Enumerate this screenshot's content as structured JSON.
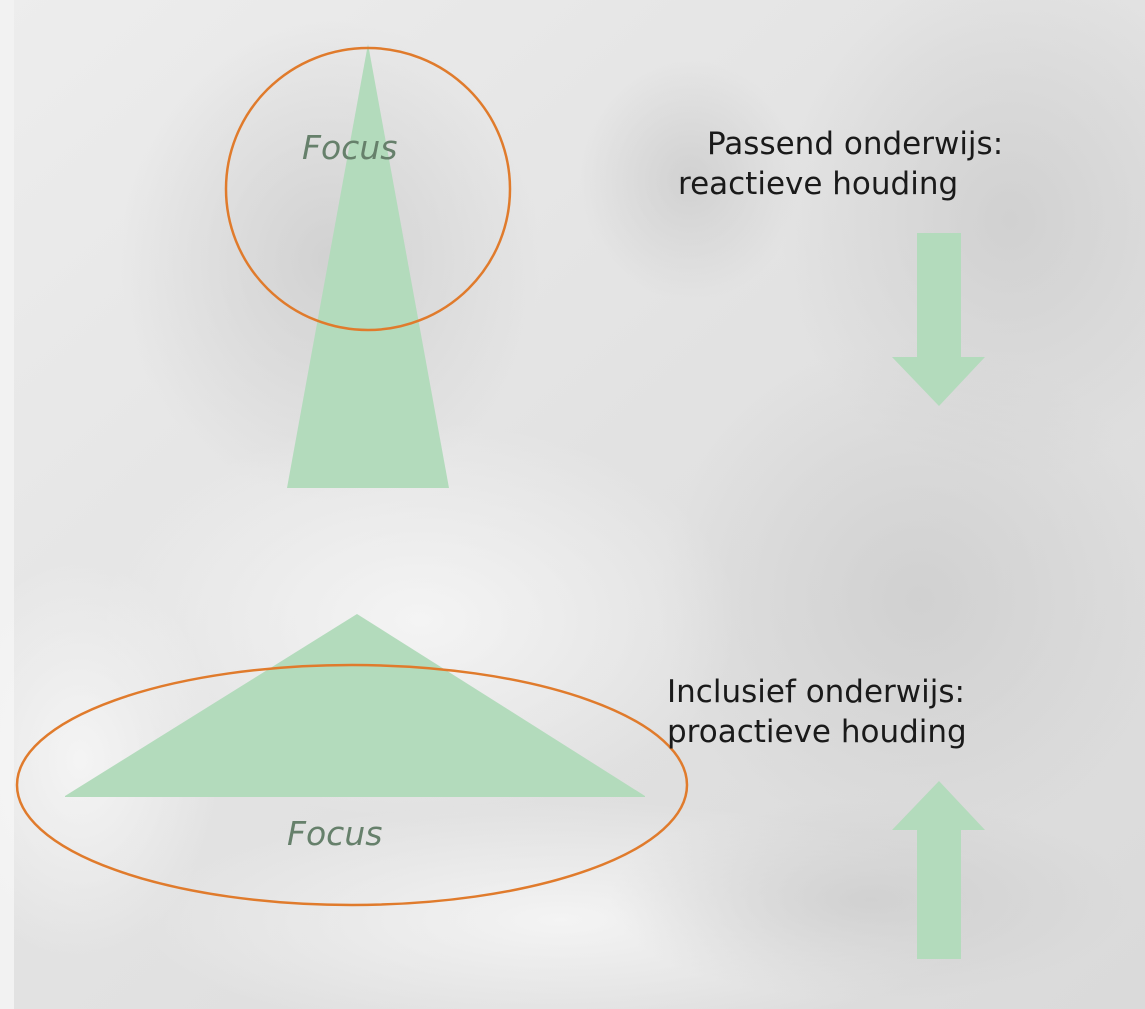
{
  "background": {
    "description_icon": "photo-background",
    "tone": "#e6e6e6"
  },
  "top": {
    "focus_label": "Focus",
    "heading_line1": "Passend onderwijs:",
    "heading_line2": "reactieve houding",
    "arrow_direction": "down"
  },
  "bottom": {
    "focus_label": "Focus",
    "heading_line1": "Inclusief onderwijs:",
    "heading_line2": "proactieve houding",
    "arrow_direction": "up"
  },
  "colors": {
    "shape_fill": "#b3dbbc",
    "focus_outline": "#e07b2c",
    "focus_text": "#66806b",
    "heading_text": "#1a1a1a"
  }
}
